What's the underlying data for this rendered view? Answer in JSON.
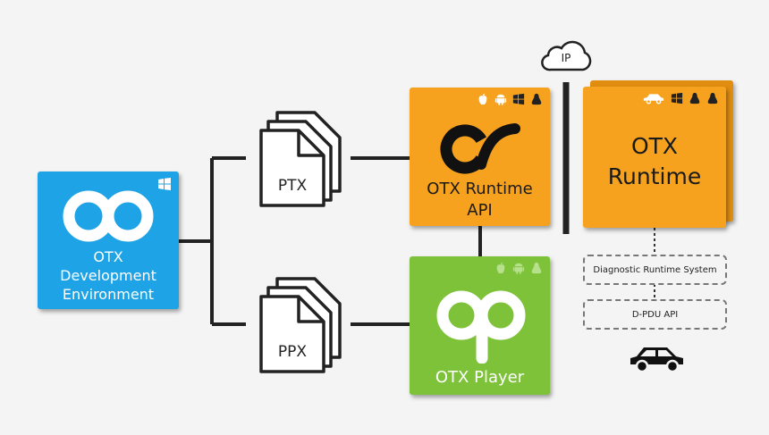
{
  "dev_env": {
    "line1": "OTX",
    "line2": "Development",
    "line3": "Environment"
  },
  "ptx": {
    "label": "PTX"
  },
  "ppx": {
    "label": "PPX"
  },
  "runtime_api": {
    "line1": "OTX Runtime",
    "line2": "API"
  },
  "player": {
    "label": "OTX Player"
  },
  "runtime": {
    "line1": "OTX",
    "line2": "Runtime"
  },
  "cloud": {
    "label": "IP"
  },
  "diag": {
    "label": "Diagnostic Runtime System"
  },
  "dpdu": {
    "label": "D-PDU API"
  },
  "colors": {
    "blue": "#1ea3e6",
    "orange": "#f6a21e",
    "green": "#7ec23a",
    "line": "#222222"
  },
  "icons": {
    "dev_env": [
      "windows-icon"
    ],
    "runtime_api": [
      "apple-icon",
      "android-icon",
      "windows-icon",
      "linux-icon"
    ],
    "player": [
      "apple-icon",
      "android-icon",
      "linux-icon"
    ],
    "runtime": [
      "car-icon",
      "windows-icon",
      "linux-icon",
      "linux-icon"
    ]
  }
}
